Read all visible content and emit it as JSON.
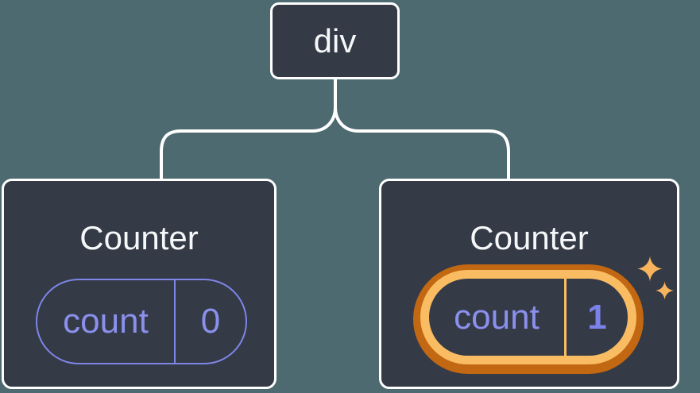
{
  "diagram": {
    "description": "React component tree: a div root rendering two Counter components with state pills; second Counter state updated (highlighted)",
    "colors": {
      "bg": "#4D6A70",
      "card": "#343A46",
      "line": "#FFFFFF",
      "text": "#F6F7F9",
      "purple": "#8A90EC",
      "purple-stroke": "#7E86E8",
      "purple-bold": "#7A82E8",
      "orange-dark": "#C26712",
      "orange-light": "#F9BC62",
      "sparkle": "#F8B45C"
    },
    "root": {
      "label": "div"
    },
    "children": [
      {
        "title": "Counter",
        "state": {
          "key": "count",
          "value": "0"
        },
        "highlighted": false
      },
      {
        "title": "Counter",
        "state": {
          "key": "count",
          "value": "1"
        },
        "highlighted": true
      }
    ],
    "icons": [
      {
        "name": "sparkle-icon-large",
        "meaning": "state updated sparkle"
      },
      {
        "name": "sparkle-icon-small",
        "meaning": "state updated sparkle"
      }
    ]
  }
}
